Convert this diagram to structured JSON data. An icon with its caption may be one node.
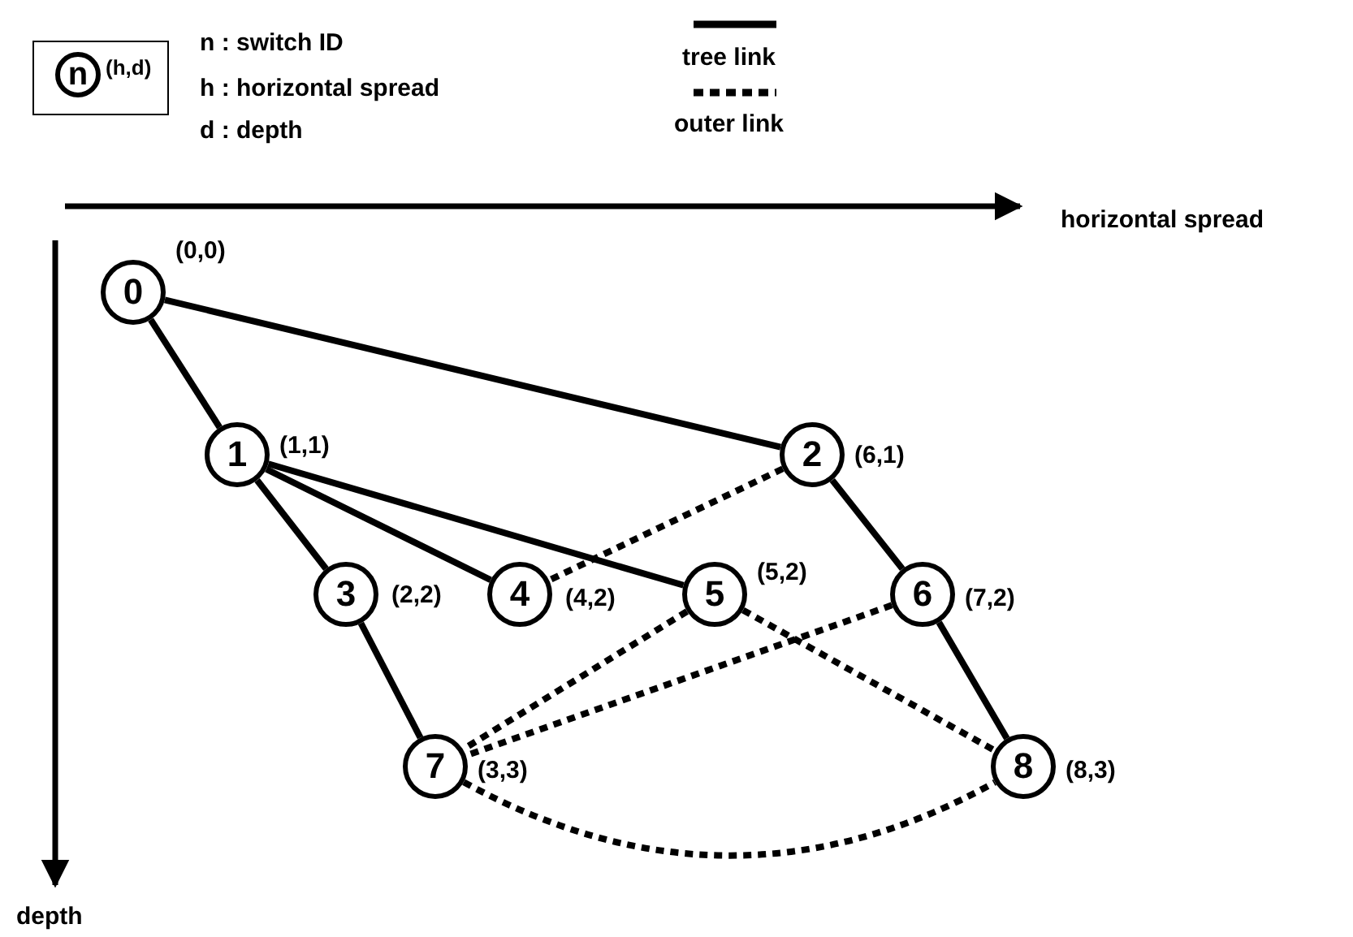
{
  "diagram": {
    "nodes": [
      {
        "text": [
          "n"
        ],
        "beside": [
          "(h,d)"
        ]
      },
      {
        "text": [
          "0"
        ],
        "beside": [
          "(0,0)"
        ]
      },
      {
        "text": [
          "1"
        ],
        "beside": [
          "(1,1)"
        ]
      },
      {
        "text": [
          "2"
        ],
        "beside": [
          "(6,1)"
        ]
      },
      {
        "text": [
          "3"
        ],
        "beside": [
          "(2,2)"
        ]
      },
      {
        "text": [
          "4"
        ],
        "beside": [
          "(4,2)"
        ]
      },
      {
        "text": [
          "5"
        ],
        "beside": [
          "(5,2)"
        ]
      },
      {
        "text": [
          "6"
        ],
        "beside": [
          "(7,2)"
        ]
      },
      {
        "text": [
          "7"
        ],
        "beside": [
          "(3,3)"
        ]
      },
      {
        "text": [
          "8"
        ],
        "beside": [
          "(8,3)"
        ]
      }
    ],
    "edges": [
      {
        "from": 1,
        "to": 2,
        "arrow": "none"
      },
      {
        "from": 1,
        "to": 3,
        "arrow": "none"
      },
      {
        "from": 2,
        "to": 4,
        "arrow": "none"
      },
      {
        "from": 2,
        "to": 5,
        "arrow": "none"
      },
      {
        "from": 2,
        "to": 6,
        "arrow": "none"
      },
      {
        "from": 3,
        "to": 7,
        "arrow": "none"
      },
      {
        "from": 4,
        "to": 8,
        "arrow": "none"
      },
      {
        "from": 7,
        "to": 9,
        "arrow": "none"
      },
      {
        "from": 3,
        "to": 5,
        "arrow": "none",
        "style": "dashed"
      },
      {
        "from": 6,
        "to": 8,
        "arrow": "none",
        "style": "dashed"
      },
      {
        "from": 7,
        "to": 8,
        "arrow": "none",
        "style": "dashed"
      },
      {
        "from": 6,
        "to": 9,
        "arrow": "none",
        "style": "dashed"
      },
      {
        "from": 8,
        "to": 9,
        "arrow": "none",
        "style": "dashed"
      }
    ],
    "labels": [
      "n : switch ID",
      "h : horizontal spread",
      "d : depth",
      "horizontal spread",
      "depth"
    ],
    "legend": [
      {
        "text": "tree link"
      },
      {
        "text": "outer link"
      }
    ]
  }
}
